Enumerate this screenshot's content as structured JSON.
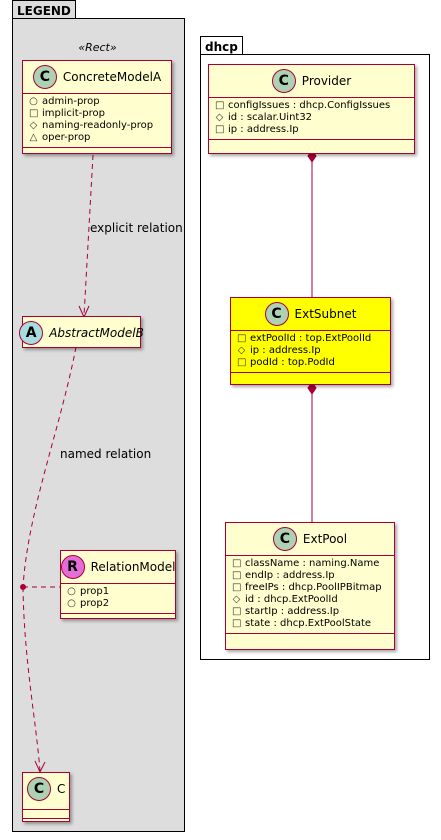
{
  "legend_package": {
    "title": "LEGEND",
    "stereotype": "«Rect»",
    "classes": {
      "concrete": {
        "icon": "C",
        "name": "ConcreteModelA",
        "attrs": [
          {
            "vis": "○",
            "text": "admin-prop"
          },
          {
            "vis": "□",
            "text": "implicit-prop"
          },
          {
            "vis": "◇",
            "text": "naming-readonly-prop"
          },
          {
            "vis": "△",
            "text": "oper-prop"
          }
        ]
      },
      "abstract": {
        "icon": "A",
        "name": "AbstractModelB"
      },
      "relation": {
        "icon": "R",
        "name": "RelationModel",
        "attrs": [
          {
            "vis": "○",
            "text": "prop1"
          },
          {
            "vis": "○",
            "text": "prop2"
          }
        ]
      },
      "c": {
        "icon": "C",
        "name": "C"
      }
    },
    "edge_labels": {
      "explicit": "explicit relation",
      "named": "named relation"
    }
  },
  "dhcp_package": {
    "title": "dhcp",
    "classes": {
      "provider": {
        "icon": "C",
        "name": "Provider",
        "attrs": [
          {
            "vis": "□",
            "text": "configIssues : dhcp.ConfigIssues"
          },
          {
            "vis": "◇",
            "text": "id : scalar.Uint32"
          },
          {
            "vis": "□",
            "text": "ip : address.Ip"
          }
        ]
      },
      "extsubnet": {
        "icon": "C",
        "name": "ExtSubnet",
        "attrs": [
          {
            "vis": "□",
            "text": "extPoolId : top.ExtPoolId"
          },
          {
            "vis": "◇",
            "text": "ip : address.Ip"
          },
          {
            "vis": "□",
            "text": "podId : top.PodId"
          }
        ]
      },
      "extpool": {
        "icon": "C",
        "name": "ExtPool",
        "attrs": [
          {
            "vis": "□",
            "text": "className : naming.Name"
          },
          {
            "vis": "□",
            "text": "endIp : address.Ip"
          },
          {
            "vis": "□",
            "text": "freeIPs : dhcp.PoolIPBitmap"
          },
          {
            "vis": "◇",
            "text": "id : dhcp.ExtPoolId"
          },
          {
            "vis": "□",
            "text": "startIp : address.Ip"
          },
          {
            "vis": "□",
            "text": "state : dhcp.ExtPoolState"
          }
        ]
      }
    }
  },
  "colors": {
    "class_fill": "#fefece",
    "class_border": "#a80036",
    "highlight_fill": "#ffff00",
    "legend_bg": "#dddddd",
    "circle_c": "#add1b2",
    "circle_a": "#a9dcdf",
    "circle_r": "#e46ed8"
  }
}
